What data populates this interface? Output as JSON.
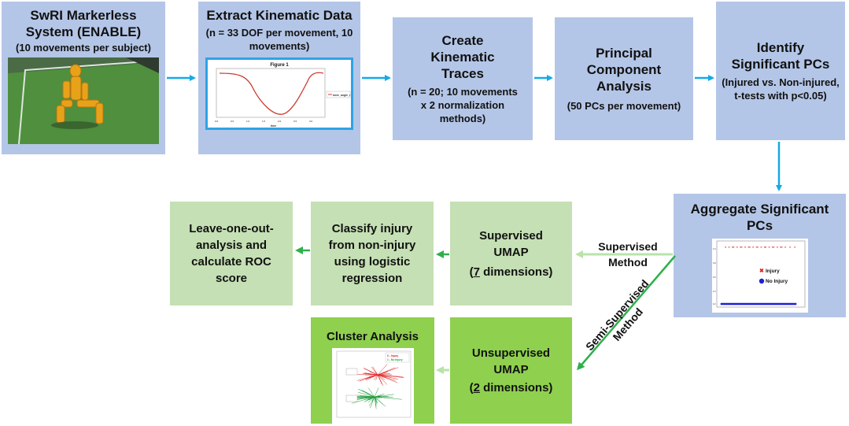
{
  "boxes": {
    "swri": {
      "title": "SwRI Markerless System (ENABLE)",
      "sub": "(10 movements per subject)"
    },
    "extract": {
      "title": "Extract Kinematic Data",
      "sub": "(n = 33 DOF per movement, 10 movements)"
    },
    "traces": {
      "title": "Create Kinematic Traces",
      "sub": "(n = 20; 10 movements x 2 normalization methods)"
    },
    "pca": {
      "title": "Principal Component Analysis",
      "sub": "(50 PCs per movement)"
    },
    "identify": {
      "title": "Identify Significant PCs",
      "sub": "(Injured vs. Non-injured, t-tests with p<0.05)"
    },
    "aggregate": {
      "title": "Aggregate Significant PCs"
    },
    "supervised": {
      "title": "Supervised UMAP",
      "sub_num": "7",
      "sub_rest": " dimensions)"
    },
    "classify": {
      "title": "Classify injury from non-injury using logistic regression"
    },
    "loo": {
      "title": "Leave-one-out-analysis and calculate ROC score"
    },
    "unsupervised": {
      "title": "Unsupervised UMAP",
      "sub_num": "2",
      "sub_rest": " dimensions)"
    },
    "cluster": {
      "title": "Cluster Analysis"
    }
  },
  "figure1": {
    "title": "Figure 1",
    "legend": "knee_angle_r",
    "xlabel": "time"
  },
  "scatter_legend": {
    "injury": "Injury",
    "no_injury": "No Injury"
  },
  "cluster_legend": {
    "a": "0 - Injury",
    "b": "1 - No Injury"
  },
  "arrow_labels": {
    "supervised": "Supervised Method",
    "semi": "Semi-Supervised Method"
  },
  "colors": {
    "blue_box": "#b4c6e7",
    "light_green_box": "#c5e0b4",
    "dark_green_box": "#8fd04f",
    "blue_arrow": "#16a9e6",
    "green_arrow": "#2eb04b",
    "pale_arrow": "#b9e3a9",
    "injury_marker": "#e0211b",
    "no_injury_marker": "#1f1fd6"
  }
}
